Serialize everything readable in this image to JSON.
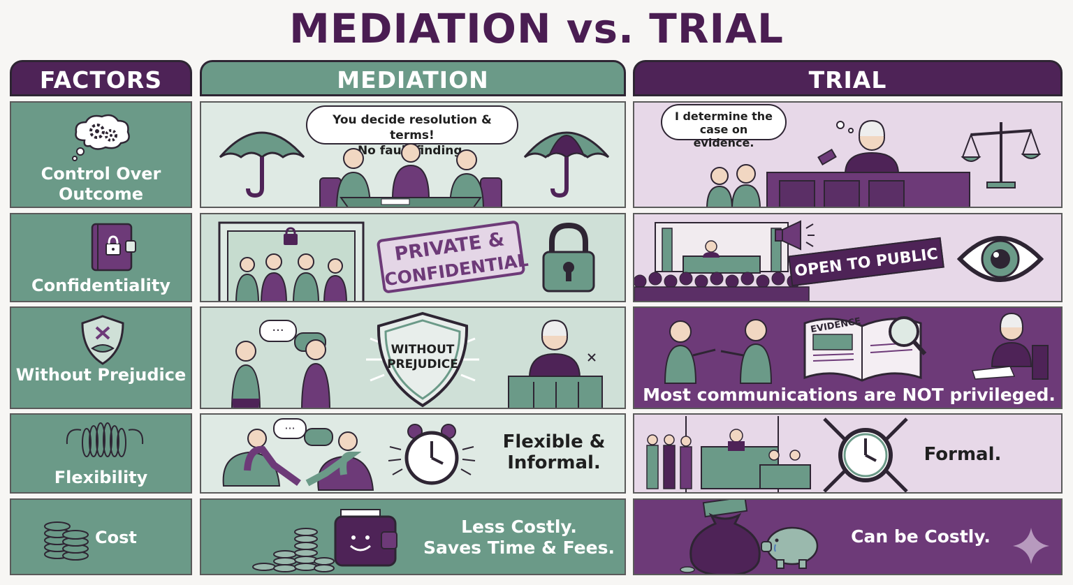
{
  "title": "MEDIATION vs. TRIAL",
  "headers": {
    "factors": "FACTORS",
    "mediation": "MEDIATION",
    "trial": "TRIAL"
  },
  "rows": [
    {
      "factor": "Control Over Outcome",
      "factor_icon": "gears-thought-cloud-icon",
      "mediation": {
        "bubble": [
          "You decide resolution & terms!",
          "No fault finding."
        ]
      },
      "trial": {
        "bubble": [
          "I determine the",
          "case on evidence."
        ]
      }
    },
    {
      "factor": "Confidentiality",
      "factor_icon": "locked-notebook-icon",
      "mediation": {
        "stamp": [
          "PRIVATE &",
          "CONFIDENTIAL"
        ]
      },
      "trial": {
        "banner": "OPEN TO PUBLIC"
      }
    },
    {
      "factor": "Without Prejudice",
      "factor_icon": "shield-silence-icon",
      "mediation": {
        "shield": [
          "WITHOUT",
          "PREJUDICE"
        ]
      },
      "trial": {
        "caption": "Most communications are NOT privileged.",
        "book_label": "EVIDENCE"
      }
    },
    {
      "factor": "Flexibility",
      "factor_icon": "spring-coil-icon",
      "mediation": {
        "text": [
          "Flexible &",
          "Informal."
        ]
      },
      "trial": {
        "text": "Formal."
      }
    },
    {
      "factor": "Cost",
      "factor_icon": "coin-stack-icon",
      "mediation": {
        "text": [
          "Less Costly.",
          "Saves Time & Fees."
        ]
      },
      "trial": {
        "text": "Can be Costly."
      }
    }
  ],
  "colors": {
    "purple_dark": "#4e2357",
    "purple_mid": "#6d3a78",
    "purple_light": "#e7d8e8",
    "green": "#6b9a88",
    "green_light": "#dfeae4"
  }
}
